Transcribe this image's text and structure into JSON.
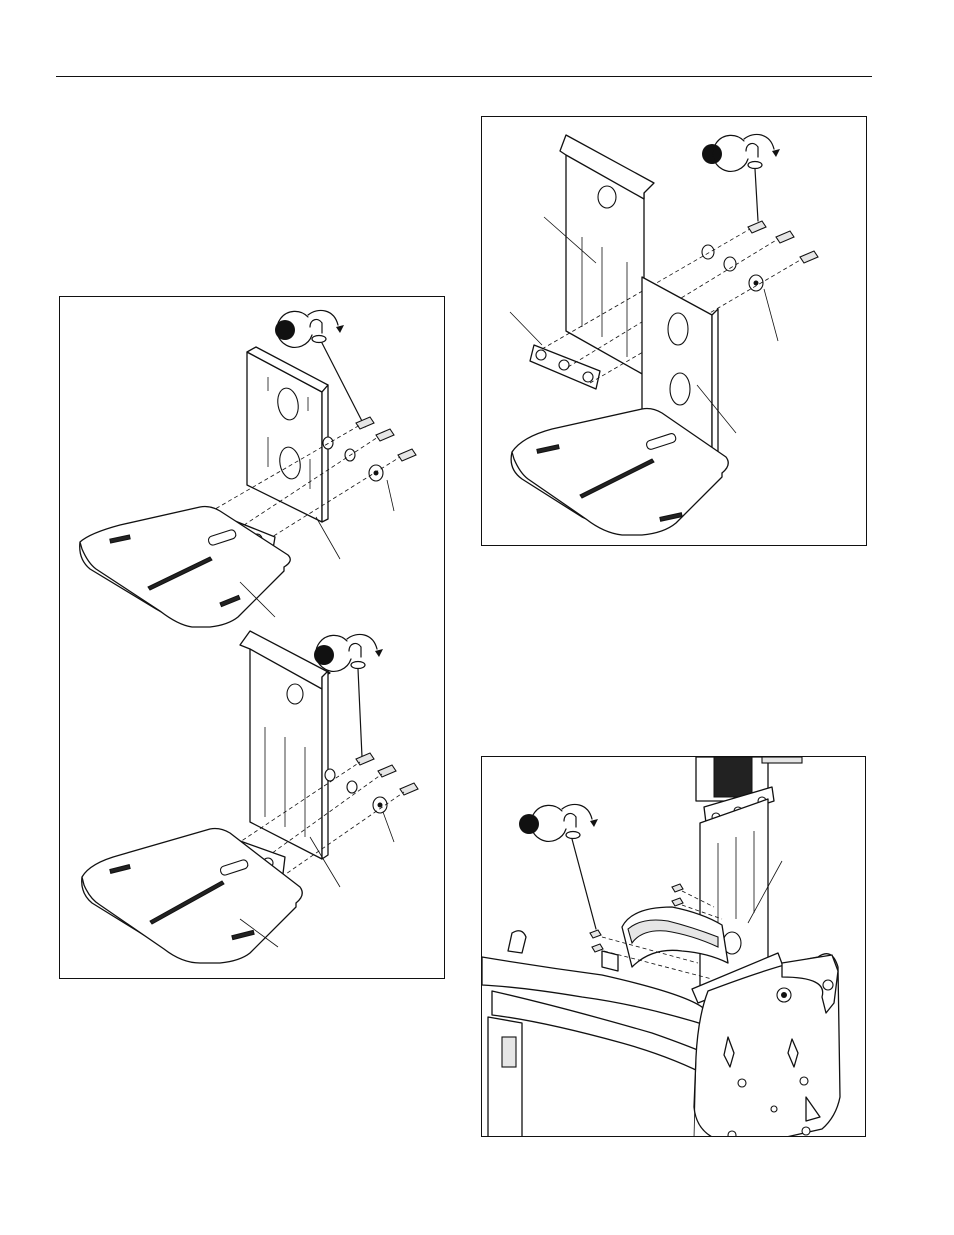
{
  "page": {
    "header_rule": true
  },
  "figures": [
    {
      "id": "fig-a",
      "panels": 2,
      "icon": "wrench-tighten-icon"
    },
    {
      "id": "fig-b",
      "panels": 1,
      "icon": "wrench-tighten-icon"
    },
    {
      "id": "fig-c",
      "panels": 1,
      "icon": "wrench-tighten-icon"
    }
  ],
  "colors": {
    "line": "#111111",
    "background": "#ffffff",
    "shade": "#e6e6e6"
  }
}
